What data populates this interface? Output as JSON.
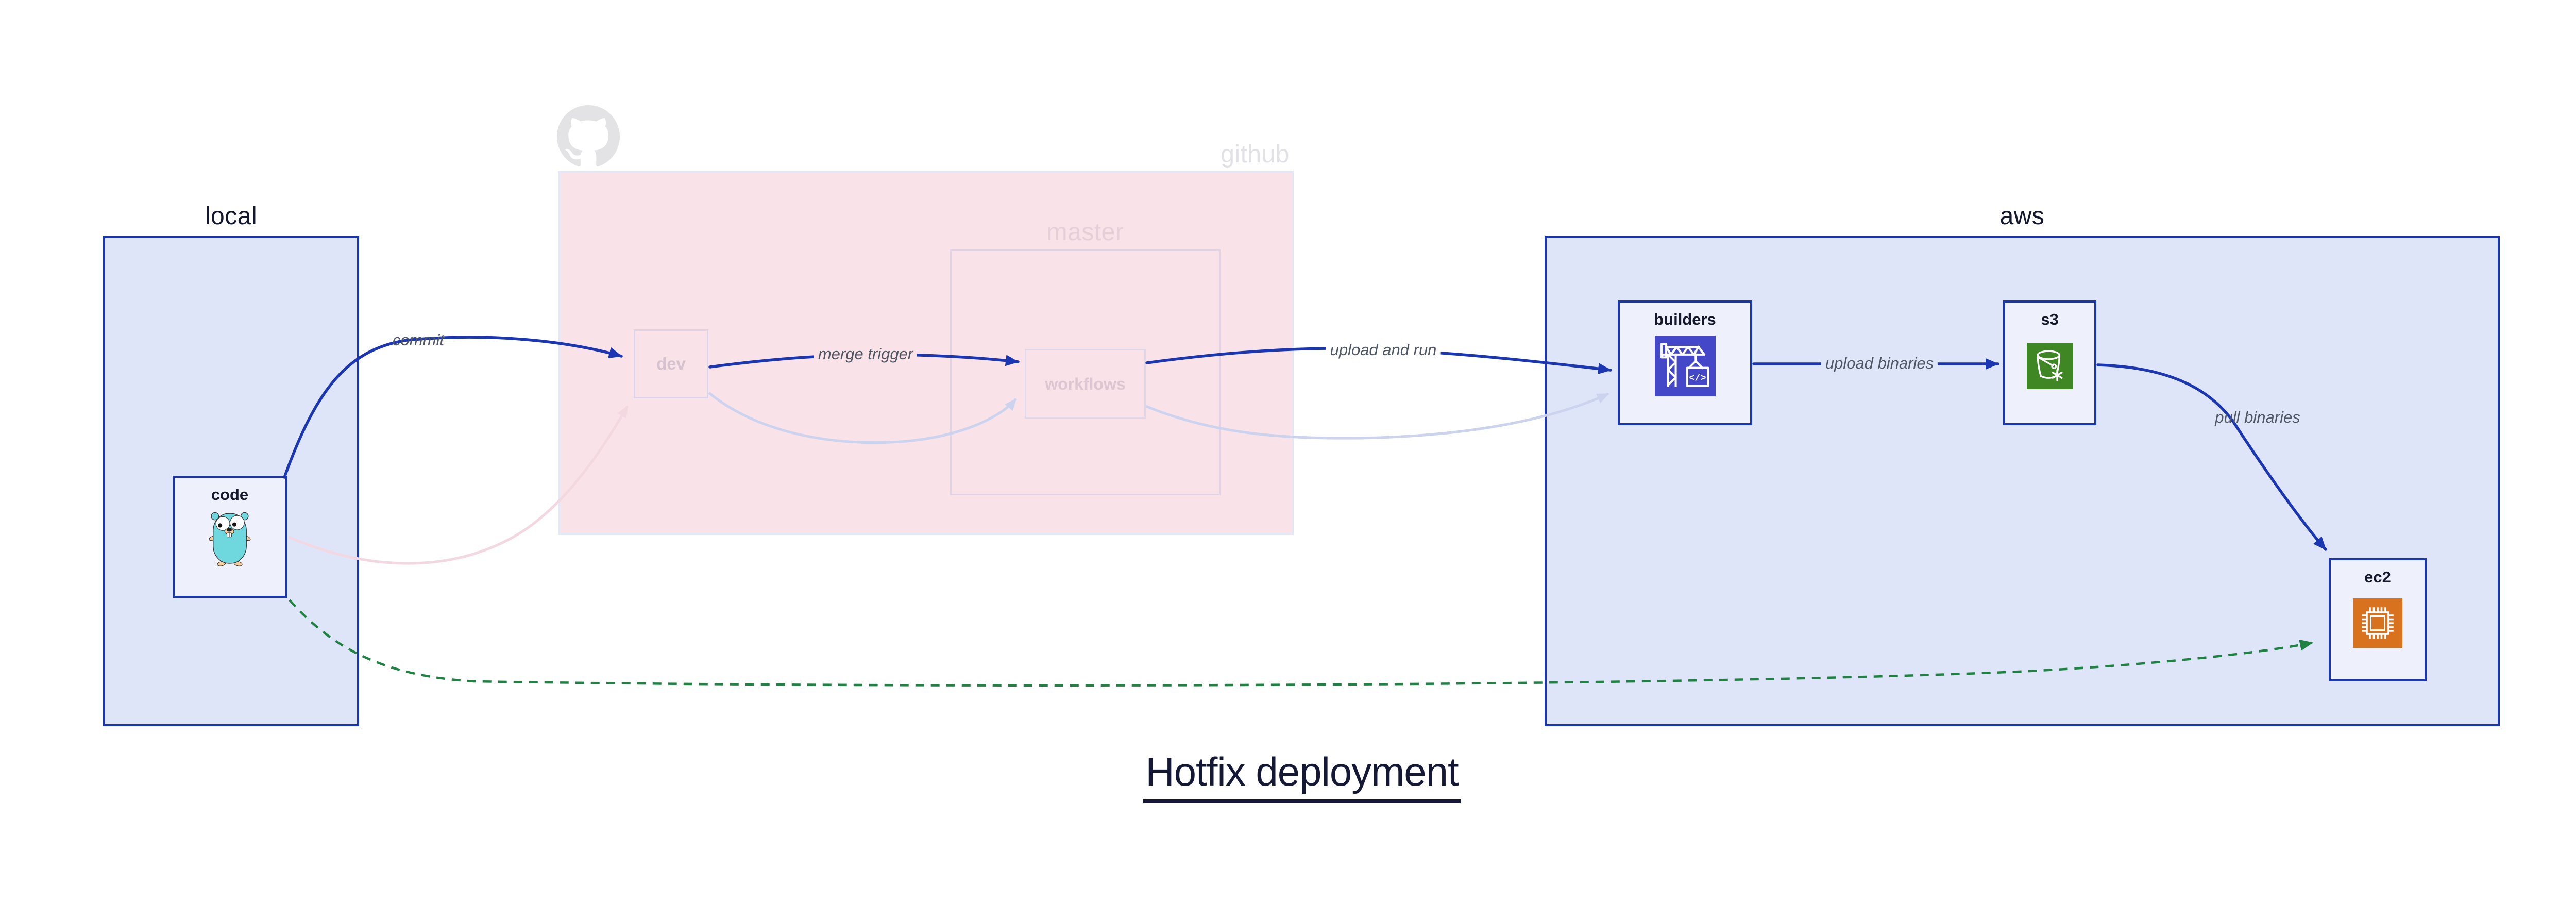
{
  "title": {
    "text": "Hotfix deployment"
  },
  "clusters": {
    "local": {
      "label": "local"
    },
    "github": {
      "label": "github"
    },
    "master": {
      "label": "master"
    },
    "aws": {
      "label": "aws"
    }
  },
  "nodes": {
    "code": {
      "label": "code"
    },
    "dev": {
      "label": "dev"
    },
    "workflows": {
      "label": "workflows"
    },
    "builders": {
      "label": "builders",
      "icon_glyph": "</>"
    },
    "s3": {
      "label": "s3"
    },
    "ec2": {
      "label": "ec2"
    }
  },
  "edges": {
    "commit": {
      "label": "commit"
    },
    "merge_trigger": {
      "label": "merge trigger"
    },
    "upload_and_run": {
      "label": "upload and run"
    },
    "upload_binaries": {
      "label": "upload binaries"
    },
    "pull_binaries": {
      "label": "pull binaries"
    }
  },
  "colors": {
    "flow_blue": "#1b36b2",
    "hotfix_green": "#1f8243",
    "faded_pink_edge": "#f3d7e1",
    "faded_lavender_edge": "#cbd3ee",
    "cluster_fill_blue": "#dfe5f8",
    "cluster_fill_pink": "#f9e3e9",
    "node_fill": "#eef1fc",
    "builders_icon_bg": "#4448c8",
    "s3_icon_bg": "#3f8624",
    "ec2_icon_bg": "#d9721f",
    "gopher_teal": "#6fd8df"
  }
}
